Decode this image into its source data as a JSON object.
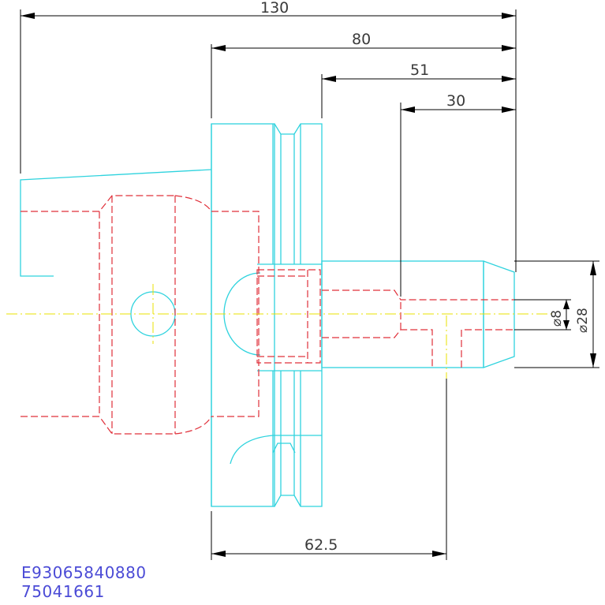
{
  "dimensions": {
    "overall_length": "130",
    "flange_to_tip": "80",
    "collar_to_tip": "51",
    "bore_depth": "30",
    "flange_to_gauge": "62.5",
    "bore_diameter": "⌀8",
    "nose_diameter": "⌀28"
  },
  "part_numbers": {
    "line1": "E93065840880",
    "line2": "75041661"
  },
  "colors": {
    "outline": "#2fd3de",
    "hidden": "#e0303a",
    "centerline": "#e8e000",
    "dimension": "#000000",
    "part_number_text": "#4b4bd6"
  }
}
